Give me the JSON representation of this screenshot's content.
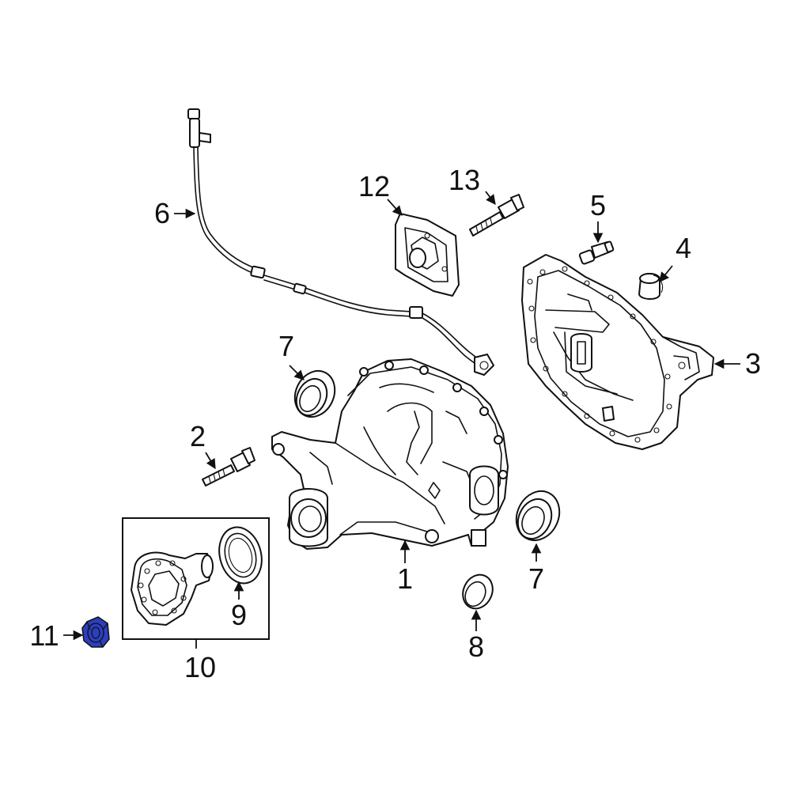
{
  "callouts": {
    "c1": "1",
    "c2": "2",
    "c3": "3",
    "c4": "4",
    "c5": "5",
    "c6": "6",
    "c7a": "7",
    "c7b": "7",
    "c8": "8",
    "c9": "9",
    "c10": "10",
    "c11": "11",
    "c12": "12",
    "c13": "13"
  },
  "highlighted_part": "11",
  "colors": {
    "highlight_fill": "#2b3fbf",
    "line": "#111111",
    "background": "#ffffff"
  }
}
